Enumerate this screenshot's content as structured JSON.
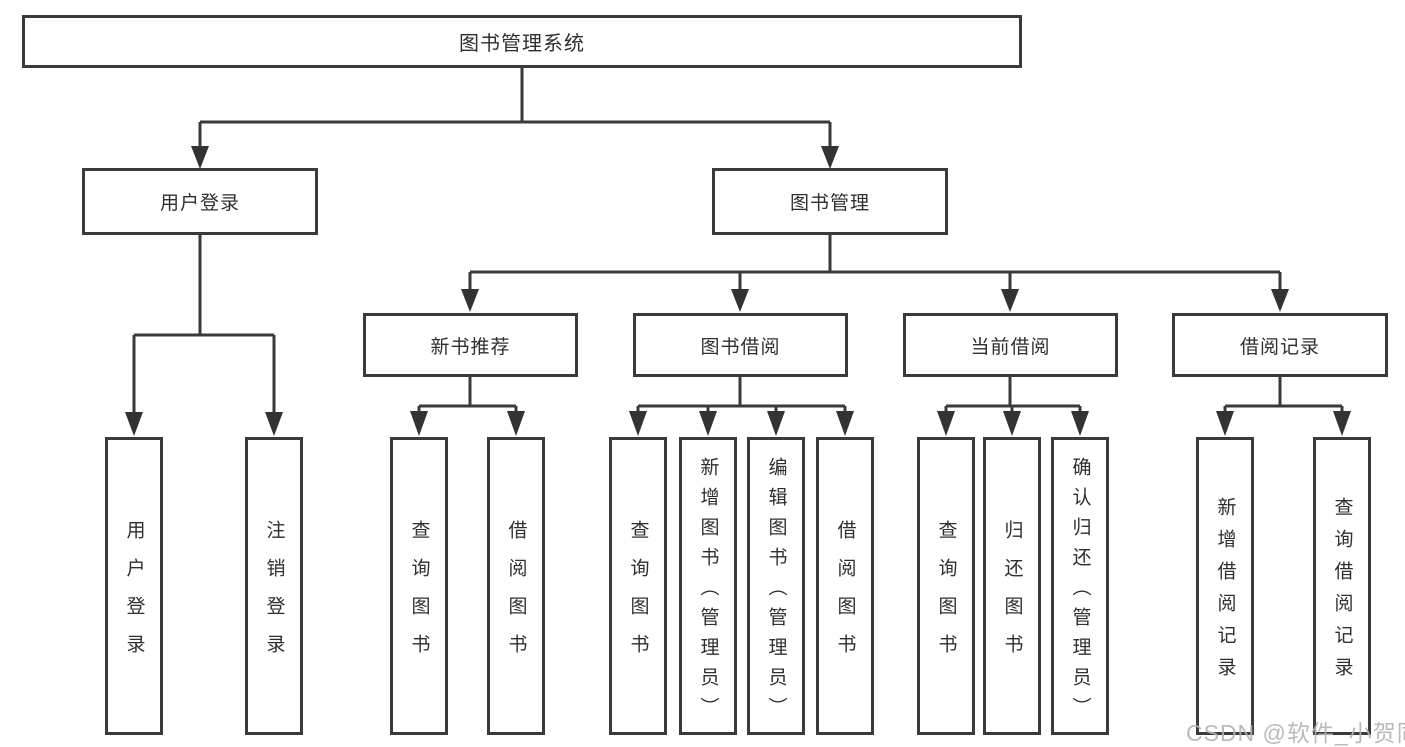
{
  "diagram": {
    "root": "图书管理系统",
    "branches": [
      {
        "label": "用户登录",
        "children": [
          {
            "label": "用户登录"
          },
          {
            "label": "注销登录"
          }
        ]
      },
      {
        "label": "图书管理",
        "children": [
          {
            "label": "新书推荐",
            "children": [
              {
                "label": "查询图书"
              },
              {
                "label": "借阅图书"
              }
            ]
          },
          {
            "label": "图书借阅",
            "children": [
              {
                "label": "查询图书"
              },
              {
                "label": "新增图书（管理员）"
              },
              {
                "label": "编辑图书（管理员）"
              },
              {
                "label": "借阅图书"
              }
            ]
          },
          {
            "label": "当前借阅",
            "children": [
              {
                "label": "查询图书"
              },
              {
                "label": "归还图书"
              },
              {
                "label": "确认归还（管理员）"
              }
            ]
          },
          {
            "label": "借阅记录",
            "children": [
              {
                "label": "新增借阅记录"
              },
              {
                "label": "查询借阅记录"
              }
            ]
          }
        ]
      }
    ]
  },
  "colors": {
    "border": "#3a3a3a",
    "line": "#3a3a3a",
    "text": "#2f2f2f",
    "watermark": "#b3b3b3",
    "background": "#ffffff"
  },
  "watermark": {
    "text": "CSDN @软件_小贺同学"
  }
}
